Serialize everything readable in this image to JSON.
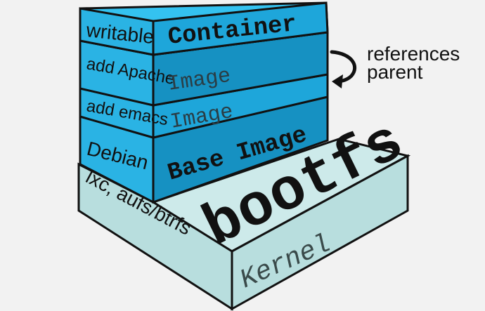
{
  "diagram": {
    "colors": {
      "background": "#f2f2f2",
      "kernel_front": "#b8dede",
      "kernel_top": "#cdeaea",
      "layer_front": "#1ea6da",
      "layer_front_dark": "#1691c2",
      "layer_side": "#2ab3e4",
      "layer_top": "#34c2f0",
      "outline": "#111111"
    },
    "layers": {
      "container": {
        "side_label": "writable",
        "face_label": "Container"
      },
      "image_apache": {
        "side_label": "add Apache",
        "face_label": "Image"
      },
      "image_emacs": {
        "side_label": "add emacs",
        "face_label": "Image"
      },
      "base": {
        "side_label": "Debian",
        "face_label": "Base Image"
      },
      "kernel": {
        "side_label": "lxc, aufs/btrfs",
        "face_label": "Kernel",
        "top_label": "bootfs"
      }
    },
    "annotation": {
      "line1": "references",
      "line2": "parent",
      "icon": "curved-arrow-icon"
    }
  }
}
